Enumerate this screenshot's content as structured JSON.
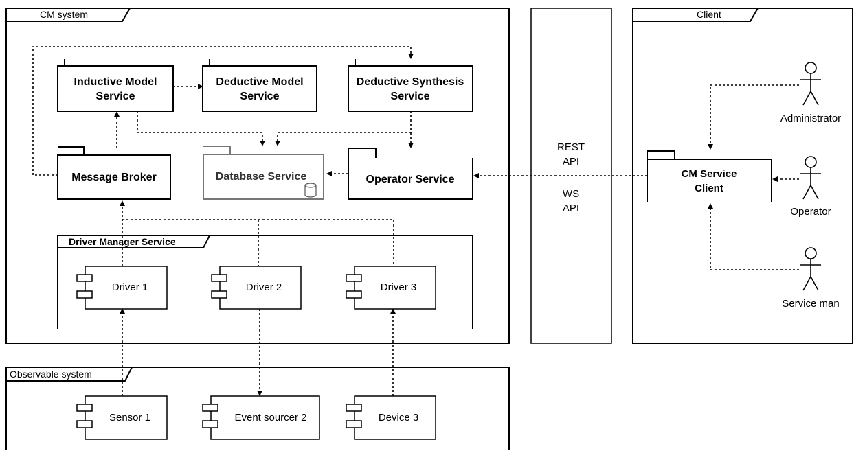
{
  "frames": {
    "cm_system": "CM system",
    "client": "Client",
    "observable_system": "Observable system",
    "driver_manager": "Driver Manager Service"
  },
  "services": {
    "inductive_1": "Inductive Model",
    "inductive_2": "Service",
    "deductive_model_1": "Deductive Model",
    "deductive_model_2": "Service",
    "deductive_synthesis_1": "Deductive Synthesis",
    "deductive_synthesis_2": "Service",
    "message_broker": "Message Broker",
    "database_service": "Database Service",
    "operator_service": "Operator Service",
    "cm_client_1": "CM Service",
    "cm_client_2": "Client"
  },
  "components": {
    "driver1": "Driver 1",
    "driver2": "Driver 2",
    "driver3": "Driver 3",
    "sensor1": "Sensor 1",
    "event_sourcer2": "Event sourcer 2",
    "device3": "Device 3"
  },
  "api": {
    "rest_1": "REST",
    "rest_2": "API",
    "ws_1": "WS",
    "ws_2": "API"
  },
  "actors": {
    "administrator": "Administrator",
    "operator": "Operator",
    "service_man": "Service man"
  }
}
